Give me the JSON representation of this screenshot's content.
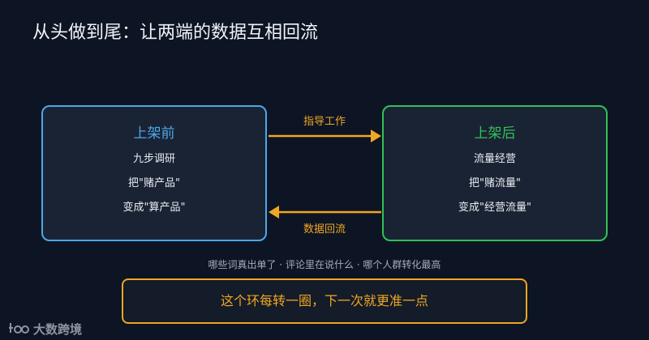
{
  "title": "从头做到尾：让两端的数据互相回流",
  "left_box": {
    "title": "上架前",
    "items": [
      "九步调研",
      "把\"赌产品\"",
      "变成\"算产品\""
    ]
  },
  "right_box": {
    "title": "上架后",
    "items": [
      "流量经营",
      "把\"赌流量\"",
      "变成\"经营流量\""
    ]
  },
  "arrow_top_label": "指导工作",
  "arrow_bottom_label": "数据回流",
  "caption": "哪些词真出单了 · 评论里在说什么 · 哪个人群转化最高",
  "callout": "这个环每转一圈，下一次就更准一点",
  "logo_text": "大数跨境",
  "colors": {
    "background": "#0d1424",
    "blue": "#4aa8ea",
    "green": "#32c157",
    "orange": "#f0a722"
  }
}
